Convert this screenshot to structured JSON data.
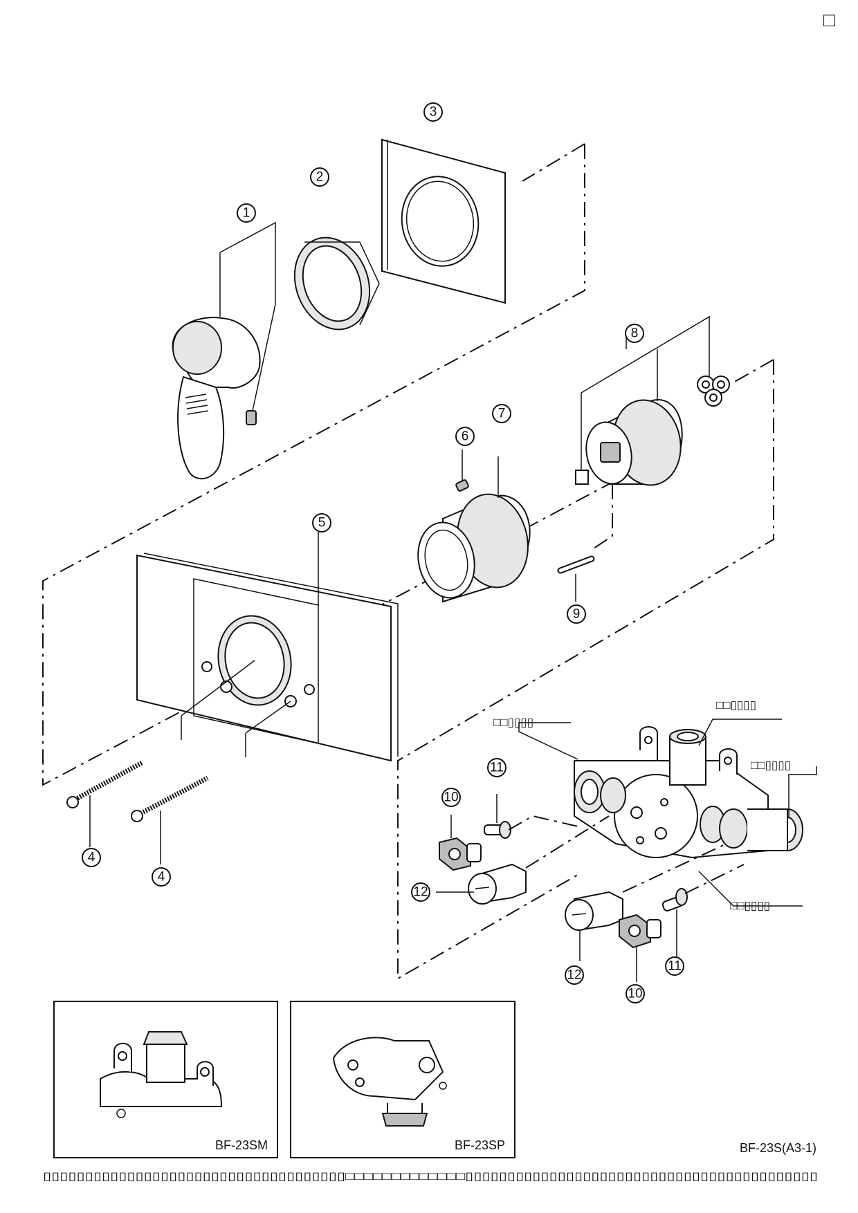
{
  "corner_mark": "□",
  "model_code": "BF-23S(A3-1)",
  "callouts": {
    "c1": "1",
    "c2": "2",
    "c3": "3",
    "c4a": "4",
    "c4b": "4",
    "c5": "5",
    "c6": "6",
    "c7": "7",
    "c8": "8",
    "c9": "9",
    "c10a": "10",
    "c10b": "10",
    "c11a": "11",
    "c11b": "11",
    "c12a": "12",
    "c12b": "12"
  },
  "port_labels": {
    "top": "□□▯▯▯▯",
    "left": "□□▯▯▯▯",
    "right": "□□▯▯▯▯",
    "bottom": "□□▯▯▯▯"
  },
  "insets": [
    {
      "label": "BF-23SM"
    },
    {
      "label": "BF-23SP"
    }
  ],
  "footer_text": "▯▯▯▯▯▯▯▯▯▯▯▯▯▯▯▯▯▯▯▯▯▯▯▯▯▯▯▯▯▯▯▯▯▯▯▯□□□□□□□□□□□□□▯▯▯▯▯▯▯▯▯▯▯▯▯▯▯▯▯▯▯▯▯▯▯▯▯▯▯▯▯▯▯▯▯▯▯▯▯▯▯▯▯▯"
}
